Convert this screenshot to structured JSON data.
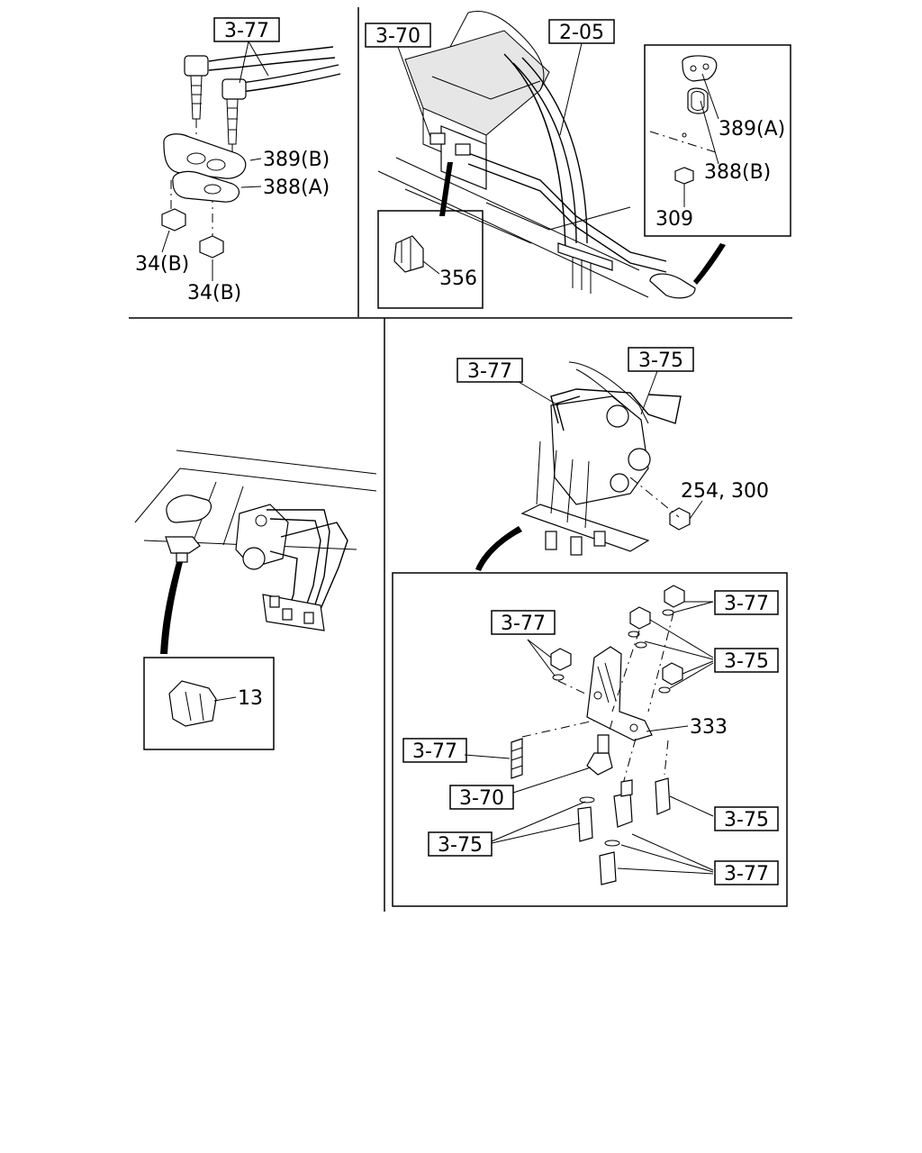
{
  "diagram": {
    "panel_top_left": {
      "refs": [
        "3-77"
      ],
      "callouts": [
        "389(B)",
        "388(A)",
        "34(B)",
        "34(B)"
      ]
    },
    "panel_top_right": {
      "refs": [
        "3-70",
        "2-05"
      ],
      "callouts": [
        "356"
      ],
      "inset_callouts": [
        "389(A)",
        "388(B)",
        "309"
      ]
    },
    "panel_bottom_left": {
      "callouts": [
        "13"
      ]
    },
    "panel_bottom_right": {
      "refs": [
        "3-77",
        "3-75"
      ],
      "callouts": [
        "254, 300"
      ],
      "inset_refs": [
        "3-77",
        "3-77",
        "3-75",
        "3-77",
        "3-70",
        "3-75",
        "3-75",
        "3-77"
      ],
      "inset_callouts": [
        "333"
      ]
    }
  }
}
